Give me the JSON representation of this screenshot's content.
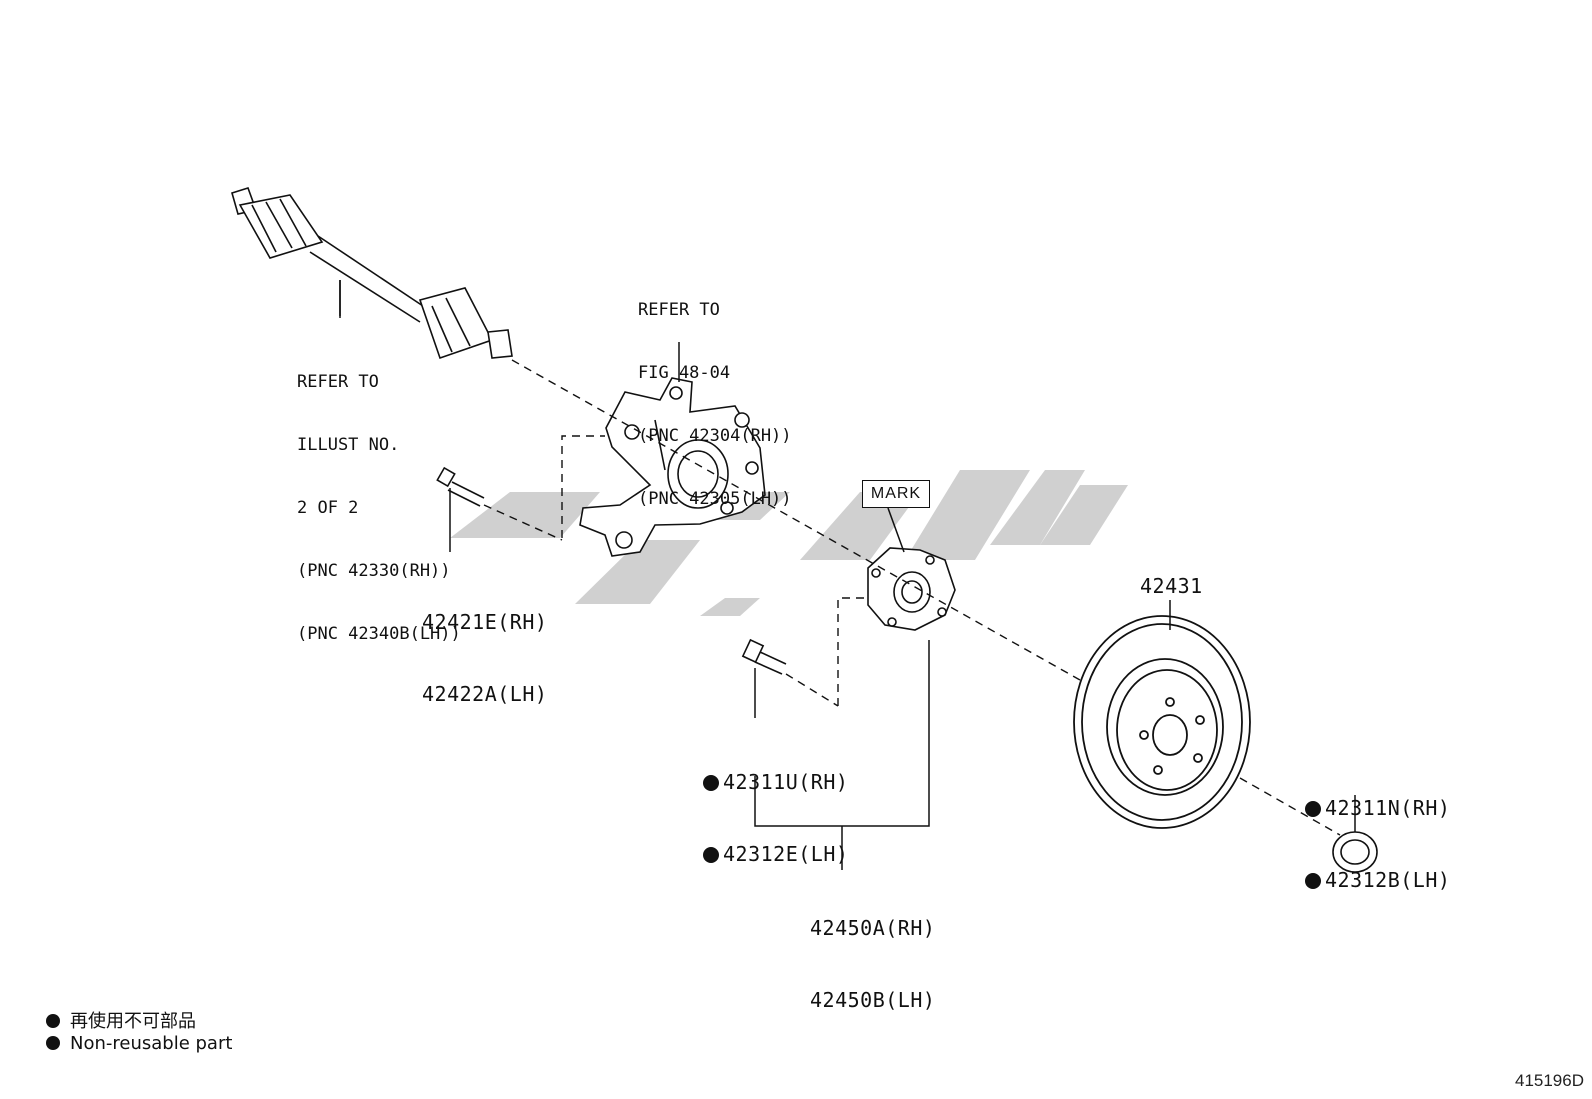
{
  "diagram": {
    "refer_shaft": [
      "REFER TO",
      "ILLUST NO.",
      "2 OF 2",
      "(PNC 42330(RH))",
      "(PNC 42340B(LH))"
    ],
    "refer_knuckle": [
      "REFER TO",
      "FIG 48-04",
      "(PNC 42304(RH))",
      "(PNC 42305(LH))"
    ],
    "bolt_parts": [
      "42421E(RH)",
      "42422A(LH)"
    ],
    "hub_mark": "MARK",
    "hub_bolt_parts": [
      "42311U(RH)",
      "42312E(LH)"
    ],
    "hub_assy_parts": [
      "42450A(RH)",
      "42450B(LH)"
    ],
    "disc_part": "42431",
    "nut_parts": [
      "42311N(RH)",
      "42312B(LH)"
    ]
  },
  "legend": {
    "chinese": "再使用不可部品",
    "english": "Non-reusable part"
  },
  "figure_number": "415196D",
  "colors": {
    "line": "#111111",
    "watermark": "#c8c8c8"
  }
}
